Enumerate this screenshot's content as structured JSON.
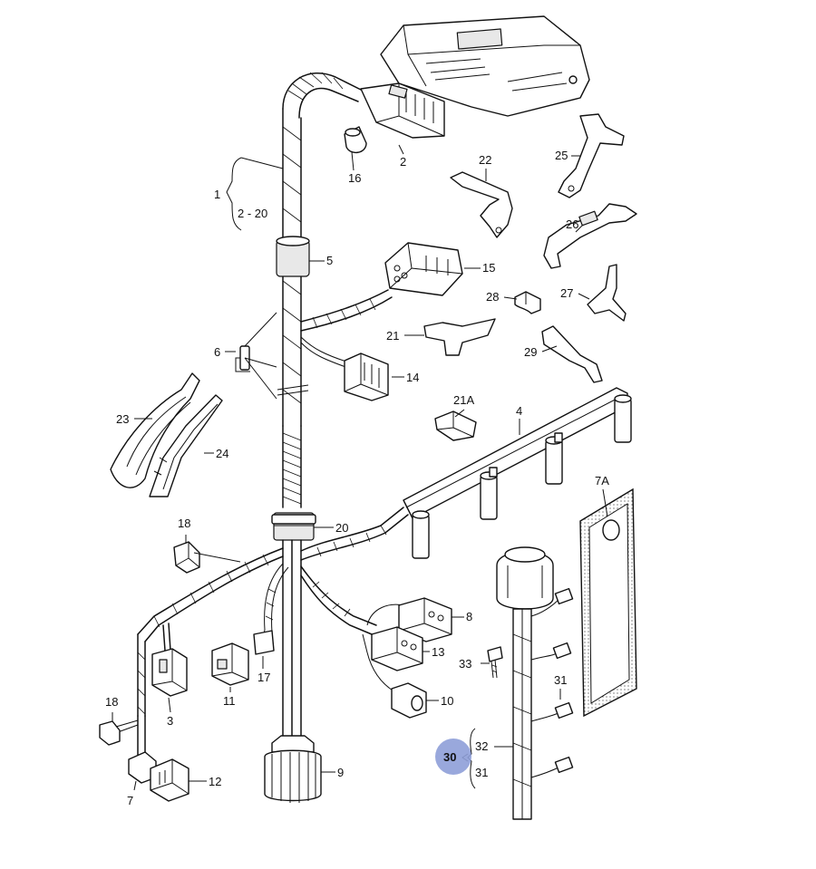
{
  "callouts": {
    "c1": "1",
    "c2": "2",
    "c2_20": "2 - 20",
    "c3": "3",
    "c4": "4",
    "c5": "5",
    "c6": "6",
    "c7": "7",
    "c7A": "7A",
    "c8": "8",
    "c9": "9",
    "c10": "10",
    "c11": "11",
    "c12": "12",
    "c13": "13",
    "c14": "14",
    "c15": "15",
    "c16": "16",
    "c17": "17",
    "c18a": "18",
    "c18b": "18",
    "c20": "20",
    "c21": "21",
    "c21A": "21A",
    "c22": "22",
    "c23": "23",
    "c24": "24",
    "c25": "25",
    "c26": "26",
    "c27": "27",
    "c28": "28",
    "c29": "29",
    "c30": "30",
    "c31a": "31",
    "c31b": "31",
    "c32": "32",
    "c33": "33"
  },
  "colors": {
    "line": "#111111",
    "highlight": "#8e9ed8"
  }
}
